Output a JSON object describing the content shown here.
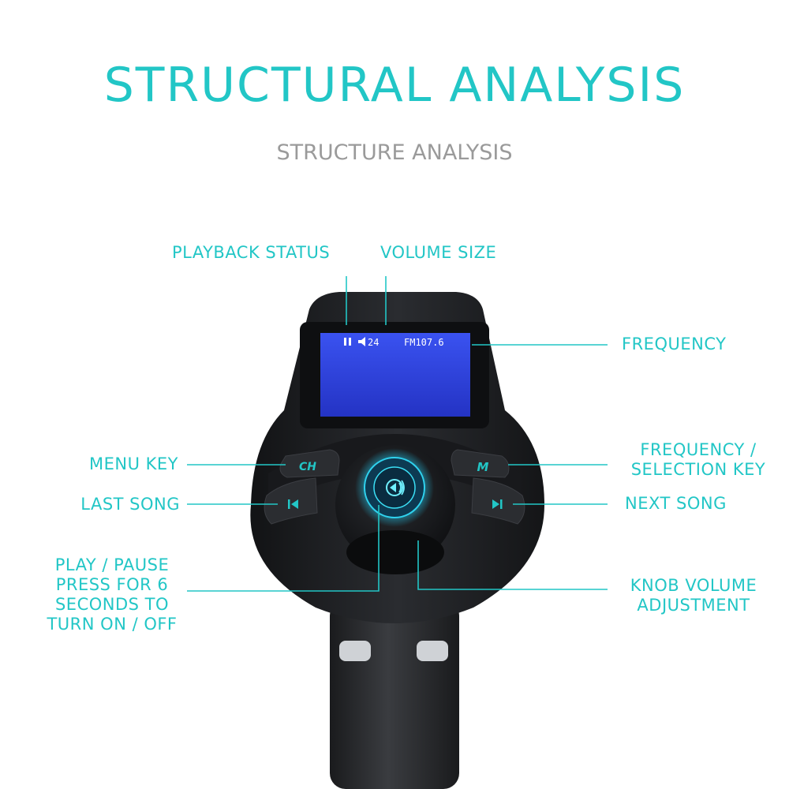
{
  "header": {
    "title": "STRUCTURAL ANALYSIS",
    "subtitle": "STRUCTURE ANALYSIS"
  },
  "labels": {
    "playback_status": "PLAYBACK STATUS",
    "volume_size": "VOLUME SIZE",
    "frequency": "FREQUENCY",
    "frequency_selection_line1": "FREQUENCY /",
    "frequency_selection_line2": "SELECTION KEY",
    "menu_key": "MENU KEY",
    "last_song": "LAST SONG",
    "next_song": "NEXT SONG",
    "play_pause_line1": "PLAY / PAUSE",
    "play_pause_line2": "PRESS FOR 6",
    "play_pause_line3": "SECONDS TO",
    "play_pause_line4": "TURN ON / OFF",
    "knob_line1": "KNOB VOLUME",
    "knob_line2": "ADJUSTMENT"
  },
  "device": {
    "screen_volume": "24",
    "screen_frequency": "FM107.6",
    "ch_button": "CH",
    "m_button": "M"
  },
  "colors": {
    "accent": "#22c6c6",
    "screen": "#2a3fd6",
    "body": "#1c1e21"
  }
}
